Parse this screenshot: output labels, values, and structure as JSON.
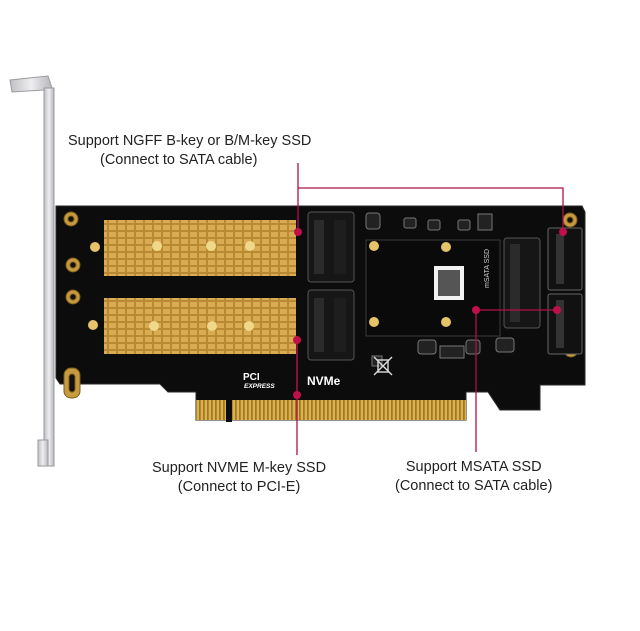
{
  "callouts": {
    "ngff": {
      "line1": "Support NGFF B-key or B/M-key SSD",
      "line2": "(Connect to SATA cable)"
    },
    "nvme": {
      "line1": "Support NVME M-key SSD",
      "line2": "(Connect to PCI-E)"
    },
    "msata": {
      "line1": "Support MSATA SSD",
      "line2": "(Connect to SATA cable)"
    }
  },
  "board": {
    "pci_logo_top": "PCI",
    "pci_logo_bottom": "EXPRESS",
    "nvme_label": "NVMe",
    "msata_slot_label": "mSATA SSD"
  },
  "colors": {
    "pcb": "#0c0c0c",
    "gold": "#c9a040",
    "bracket": "#d4d4d6",
    "callout_line": "#b01048"
  }
}
